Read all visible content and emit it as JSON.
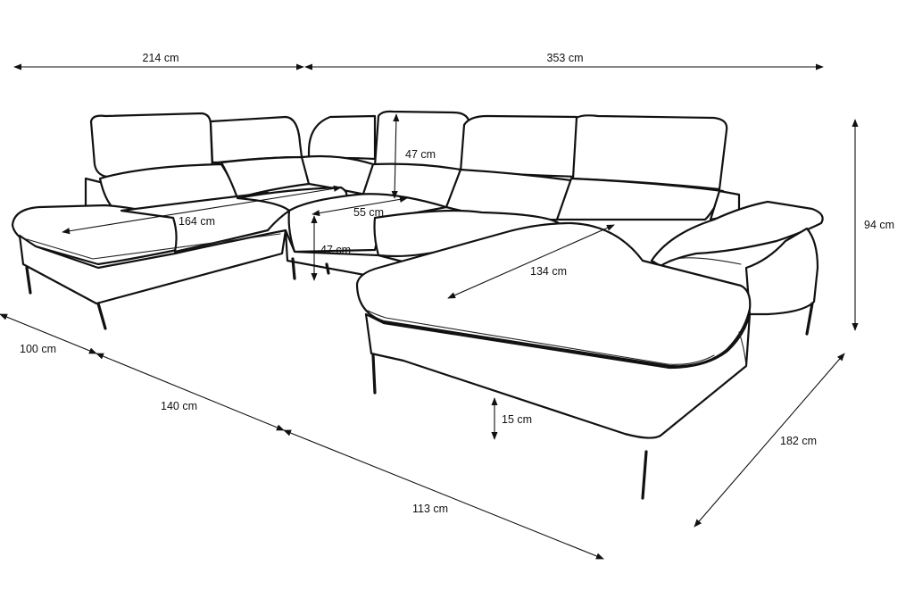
{
  "dimensions": [
    {
      "id": "left-width",
      "label": "214 cm"
    },
    {
      "id": "right-width",
      "label": "353 cm"
    },
    {
      "id": "total-height",
      "label": "94 cm"
    },
    {
      "id": "headrest-height",
      "label": "47 cm"
    },
    {
      "id": "left-chaise-length",
      "label": "164 cm"
    },
    {
      "id": "seat-depth",
      "label": "55 cm"
    },
    {
      "id": "seat-height",
      "label": "47 cm"
    },
    {
      "id": "right-chaise-length",
      "label": "134 cm"
    },
    {
      "id": "left-depth",
      "label": "100 cm"
    },
    {
      "id": "front-middle",
      "label": "140 cm"
    },
    {
      "id": "front-right",
      "label": "113 cm"
    },
    {
      "id": "leg-height",
      "label": "15 cm"
    },
    {
      "id": "right-depth",
      "label": "182 cm"
    }
  ]
}
